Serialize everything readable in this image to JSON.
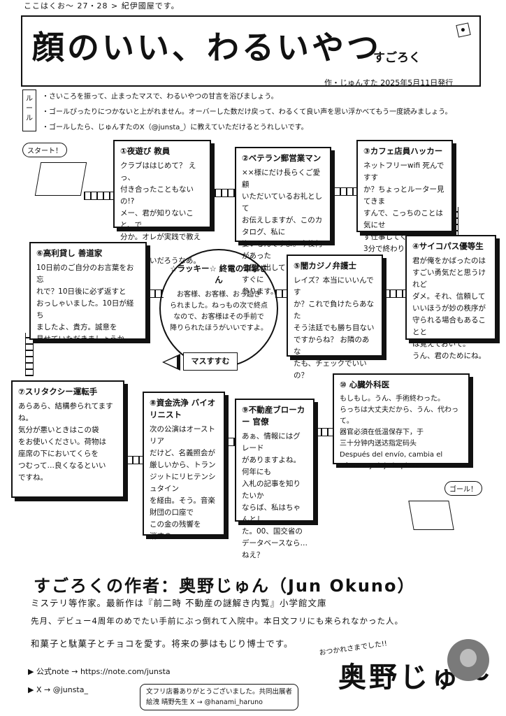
{
  "header": {
    "top_note": "ここはくお～ 27・28 > 紀伊國屋です。",
    "title": "顔のいい、わるいやつ",
    "title_suffix": "すごろく",
    "byline": "作・じゅんすた 2025年5月11日発行"
  },
  "rules": {
    "label": "ルール",
    "lines": [
      "・さいころを振って、止まったマスで、わるいやつの甘言を浴びましょう。",
      "・ゴールぴったりにつかないと上がれません。オーバーした数だけ戻って、わるくて良い声を思い浮かべてもう一度読みましょう。",
      "・ゴールしたら、じゅんすたのX（@junsta_）に教えていただけるとうれしいです。"
    ]
  },
  "start_bubble": "スタート！",
  "goal_bubble": "ゴール！",
  "spaces": [
    {
      "title": "①夜遊び 教員",
      "text": "クラブははじめて？ えっ、\n付き合ったこともないの!?\nメー、君が知りないこと、で\n分か。オレが実践で教えた\nほうが早いだろうなあ。"
    },
    {
      "title": "②ベテラン郵営業マン",
      "text": "××様にだけ長らくご愛顧\nいただいているお礼として\nお伝えしますが、このカタログ、私に\n姿いるんですよ。今後何があった\nら思い出してください、すぐに\n参ります。"
    },
    {
      "title": "③カフェ店員ハッカー",
      "text": "ネットフリーwifi 死んですす\nか？ちょっとルーター見てきま\nすんで、こっちのことは気にせ\nず仕事してください。\n3分で終わります。"
    },
    {
      "title": "④サイコパス優等生",
      "text": "君が俺をかばったのは\nすごい勇気だと思うけれど\nダメ。それ、信頼して\nいいほうが妙の秩序が\n守られる場合もあることと\nは覚えておいて。\nうん、君のためにね。"
    },
    {
      "title": "⑤闇カジノ弁護士",
      "text": "レイズ？本当にいいんです\nか？これで負けたらあなた\nそう法廷でも勝ち目ない\nですからね？ お隣のあな\nたも、チェックでいいの？"
    },
    {
      "title": "⑥高利貸し 善道家",
      "text": "10日前のご自分のお言葉をお忘\nれで？10日後に必ず返すと\nおっしゃいました。10日が経ち\nましたよ、貴方。誠意を\n見せていただきましょうか。"
    },
    {
      "title": "⑦スリタクシー運転手",
      "text": "あらあら、結構参られてますね。\n気分が悪いときはこの袋\nをお使いください。荷物は\n座席の下においてくらを\nつむって…良くなるといい\nですね。"
    },
    {
      "title": "⑧資金洗浄 バイオリニスト",
      "text": "次の公演はオーストリア\nだけど、名義照会が\n厳しいから、トラン\nジットにリヒテンシュタイン\nを経由。そう。音楽\n財団の口座で\nこの金の残響を\n消すの。"
    },
    {
      "title": "⑨不動産ブローカー 官僚",
      "text": "あぁ、情報にはグレード\nがありますよね。何年にも\n入札の記事を知りたいか\nならば、私はちゃんとし\nた。00、国交省の\nデータベースなら…ねえ？"
    },
    {
      "title": "⑩ 心臓外科医",
      "text": "もしもし。うん、手術終わった。\nらっちは大丈夫だから、うん、代わって。\n器官必須在低温保存下，于\n三十分钟内送达指定码头\nDespués del envío, cambia el\nnúmero y deja la pieza…"
    }
  ],
  "center": {
    "title": "☆ラッキー☆ 終電の車掌さん",
    "text": "お客様、お客様、おっ起き\nられました。ねっもの次で終点\nなので、お客様はその手前で\n降りられたほうがいいですよ。",
    "arrow_label": "マスすすむ"
  },
  "author": {
    "heading": "すごろくの作者：奥野じゅん（Jun Okuno）",
    "lines": [
      "ミステリ等作家。最新作は『前二時 不動産の謎解き内覧』小学館文庫",
      "先月、デビュー4周年のめでたい手前にぶっ倒れて入院中。本日文フリにも来られなかった人。",
      "和菓子と駄菓子とチョコを愛す。将来の夢はもじり博士です。"
    ],
    "note_label": "▶ 公式note → https://note.com/junsta",
    "x_label": "▶ X → @junsta_",
    "cover_note_line1": "文フリ店番ありがとうございました。共同出展者",
    "cover_note_line2": "絵洩 晴野先生 X → @hanami_haruno",
    "signature_note": "おつかれさまでした!!",
    "signature": "奥野じゅ〜"
  }
}
